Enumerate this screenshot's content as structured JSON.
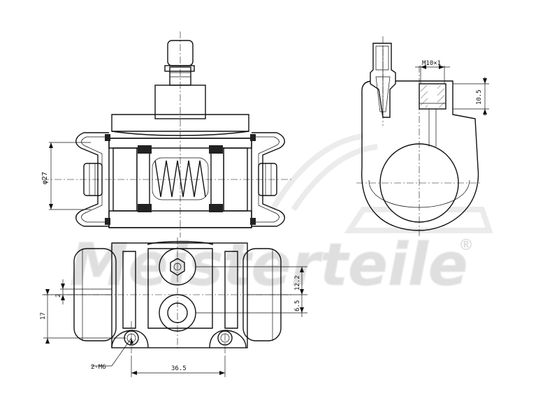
{
  "watermark": {
    "brand": "Meisterteile",
    "mark": "®"
  },
  "dimensions": {
    "bore_diameter": "φ27",
    "thread": "M10×1",
    "nipple_height": "10.5",
    "height_12_2": "12.2",
    "height_6_5": "6.5",
    "height_17": "17",
    "offset_2": "2",
    "mount_holes": "2-M6",
    "hole_spacing": "36.5"
  }
}
